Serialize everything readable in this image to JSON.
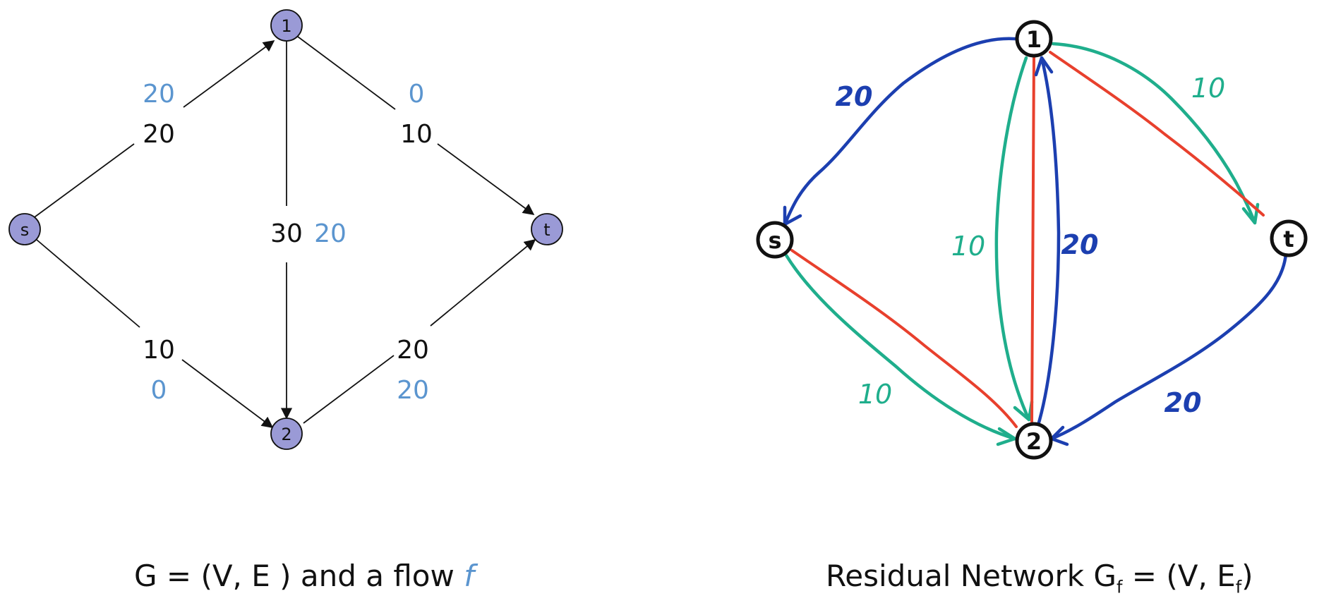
{
  "colors": {
    "node_fill": "#9a9ad6",
    "flow_text": "#5b95cf",
    "blue": "#1c3fb0",
    "green": "#1fae8c",
    "red": "#e8402d"
  },
  "left_graph": {
    "nodes": [
      {
        "id": "s",
        "label": "s"
      },
      {
        "id": "1",
        "label": "1"
      },
      {
        "id": "2",
        "label": "2"
      },
      {
        "id": "t",
        "label": "t"
      }
    ],
    "edges": [
      {
        "from": "s",
        "to": "1",
        "capacity": "20",
        "flow": "20"
      },
      {
        "from": "1",
        "to": "t",
        "capacity": "10",
        "flow": "0"
      },
      {
        "from": "1",
        "to": "2",
        "capacity": "30",
        "flow": "20"
      },
      {
        "from": "s",
        "to": "2",
        "capacity": "10",
        "flow": "0"
      },
      {
        "from": "2",
        "to": "t",
        "capacity": "20",
        "flow": "20"
      }
    ]
  },
  "residual_graph": {
    "nodes": [
      {
        "id": "s",
        "label": "s"
      },
      {
        "id": "1",
        "label": "1"
      },
      {
        "id": "2",
        "label": "2"
      },
      {
        "id": "t",
        "label": "t"
      }
    ],
    "edges": [
      {
        "from": "1",
        "to": "s",
        "label": "20",
        "color": "blue"
      },
      {
        "from": "1",
        "to": "t",
        "label": "10",
        "color": "green"
      },
      {
        "from": "1",
        "to": "2",
        "label": "10",
        "color": "green"
      },
      {
        "from": "2",
        "to": "1",
        "label": "20",
        "color": "blue"
      },
      {
        "from": "s",
        "to": "2",
        "label": "10",
        "color": "green"
      },
      {
        "from": "t",
        "to": "2",
        "label": "20",
        "color": "blue"
      }
    ],
    "path_edges": [
      {
        "from": "s",
        "to": "2",
        "color": "red"
      },
      {
        "from": "2",
        "to": "1",
        "color": "red"
      },
      {
        "from": "1",
        "to": "t",
        "color": "red"
      }
    ]
  },
  "captions": {
    "left_main": "G = (V, E ) and a flow ",
    "left_flow": "f",
    "right_main": "Residual Network G",
    "right_sub1": "f",
    "right_mid": " = (V, E",
    "right_sub2": "f",
    "right_end": ")"
  }
}
